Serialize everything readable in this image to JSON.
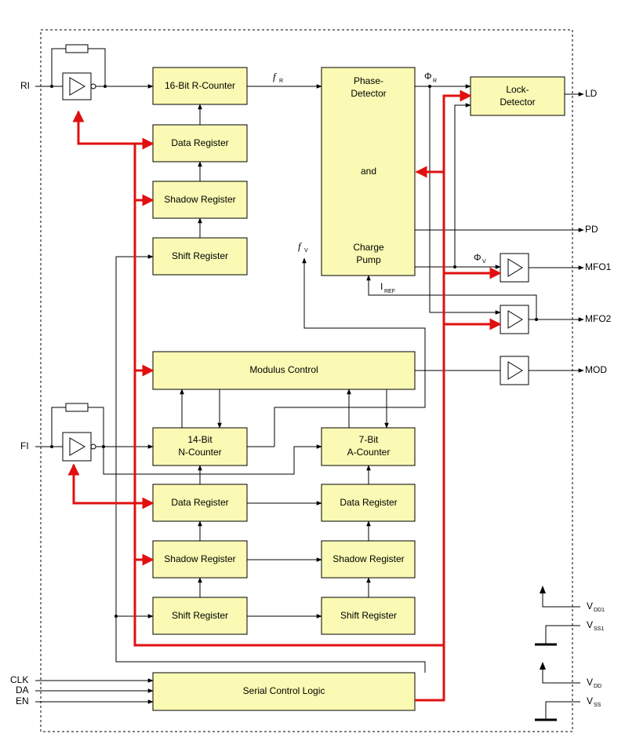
{
  "blocks": {
    "r_counter": "16-Bit R-Counter",
    "data_reg_r": "Data Register",
    "shadow_reg_r": "Shadow Register",
    "shift_reg_r": "Shift Register",
    "phase_detector": "Phase-",
    "phase_detector_2": "Detector",
    "and_label": "and",
    "charge": "Charge",
    "pump": "Pump",
    "lock_1": "Lock-",
    "lock_2": "Detector",
    "modulus_control": "Modulus Control",
    "n_counter_1": "14-Bit",
    "n_counter_2": "N-Counter",
    "a_counter_1": "7-Bit",
    "a_counter_2": "A-Counter",
    "data_reg_n": "Data Register",
    "data_reg_a": "Data Register",
    "shadow_reg_n": "Shadow Register",
    "shadow_reg_a": "Shadow Register",
    "shift_reg_n": "Shift Register",
    "shift_reg_a": "Shift Register",
    "serial_control": "Serial Control Logic"
  },
  "pins": {
    "ri": "RI",
    "fi": "FI",
    "clk": "CLK",
    "da": "DA",
    "en": "EN",
    "ld": "LD",
    "pd": "PD",
    "mfo1": "MFO1",
    "mfo2": "MFO2",
    "mod": "MOD"
  },
  "signals": {
    "fr": "f",
    "fr_sub": "R",
    "fv": "f",
    "fv_sub": "V",
    "phir": "Φ",
    "phir_sub": "R",
    "phiv": "Φ",
    "phiv_sub": "V",
    "iref": "I",
    "iref_sub": "REF"
  },
  "supplies": {
    "vdd1": "V",
    "vdd1_sub": "DD1",
    "vss1": "V",
    "vss1_sub": "SS1",
    "vdd": "V",
    "vdd_sub": "DD",
    "vss": "V",
    "vss_sub": "SS"
  },
  "colors": {
    "block_fill": "#fafab4",
    "control_bus": "#e01010"
  }
}
